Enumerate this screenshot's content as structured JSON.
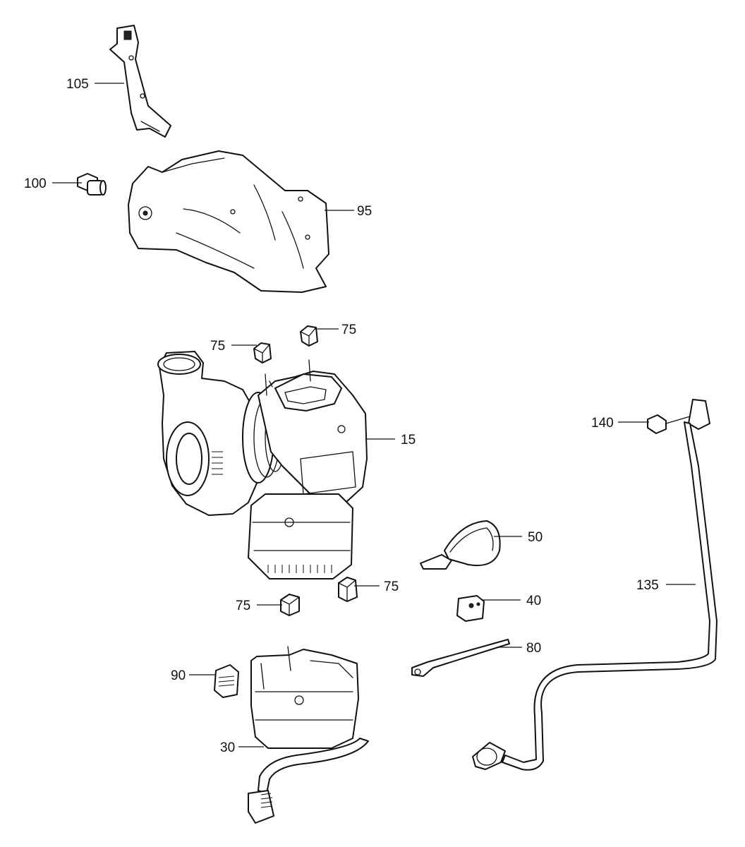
{
  "diagram": {
    "callouts": [
      {
        "id": "105",
        "label": "105"
      },
      {
        "id": "100",
        "label": "100"
      },
      {
        "id": "95",
        "label": "95"
      },
      {
        "id": "75a",
        "label": "75"
      },
      {
        "id": "75b",
        "label": "75"
      },
      {
        "id": "15",
        "label": "15"
      },
      {
        "id": "140",
        "label": "140"
      },
      {
        "id": "50",
        "label": "50"
      },
      {
        "id": "135",
        "label": "135"
      },
      {
        "id": "75c",
        "label": "75"
      },
      {
        "id": "75d",
        "label": "75"
      },
      {
        "id": "40",
        "label": "40"
      },
      {
        "id": "80",
        "label": "80"
      },
      {
        "id": "90",
        "label": "90"
      },
      {
        "id": "30",
        "label": "30"
      }
    ]
  }
}
